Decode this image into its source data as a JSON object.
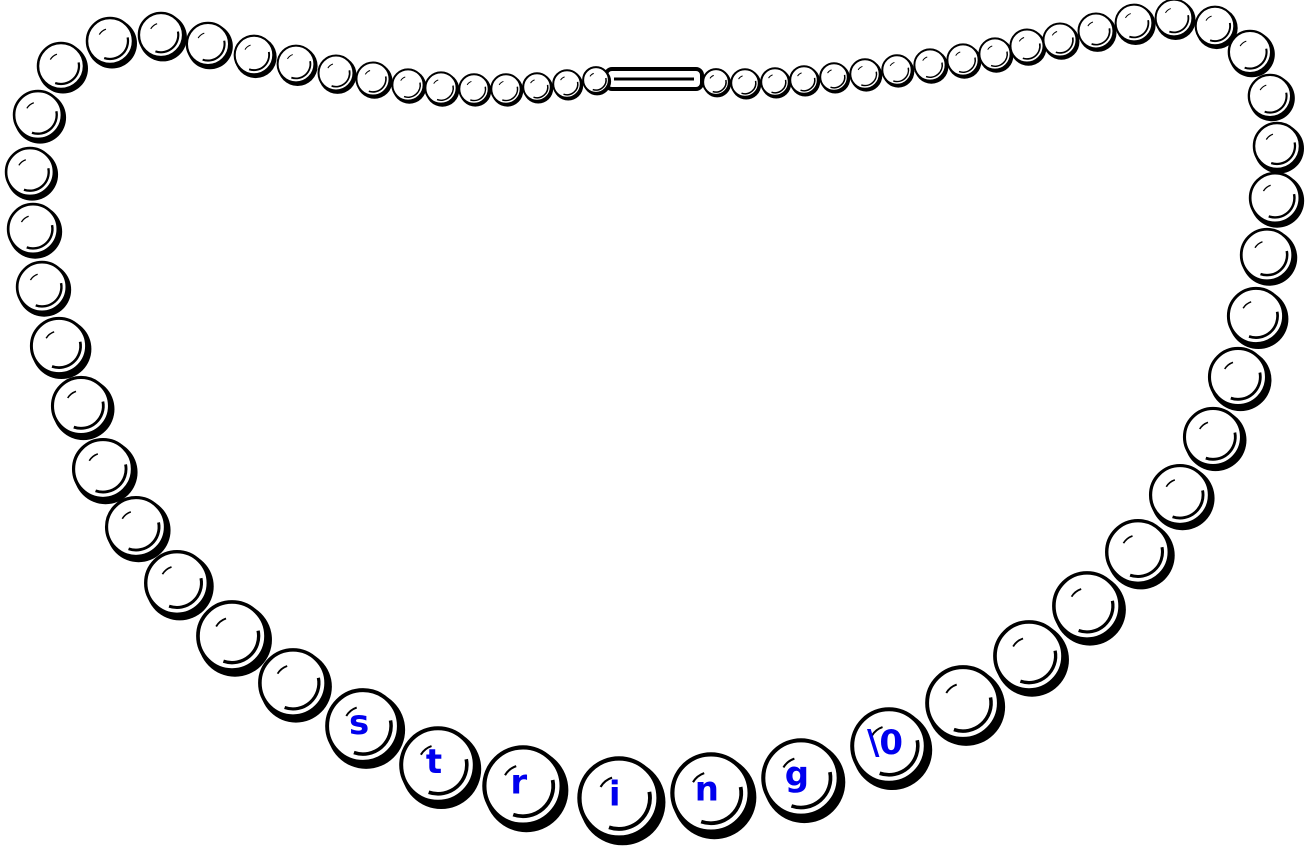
{
  "letters": [
    "s",
    "t",
    "r",
    "i",
    "n",
    "g",
    "\\0"
  ],
  "letter_color": "#0000ee",
  "pearl_stroke": "#000000",
  "pearl_fill": "#ffffff"
}
